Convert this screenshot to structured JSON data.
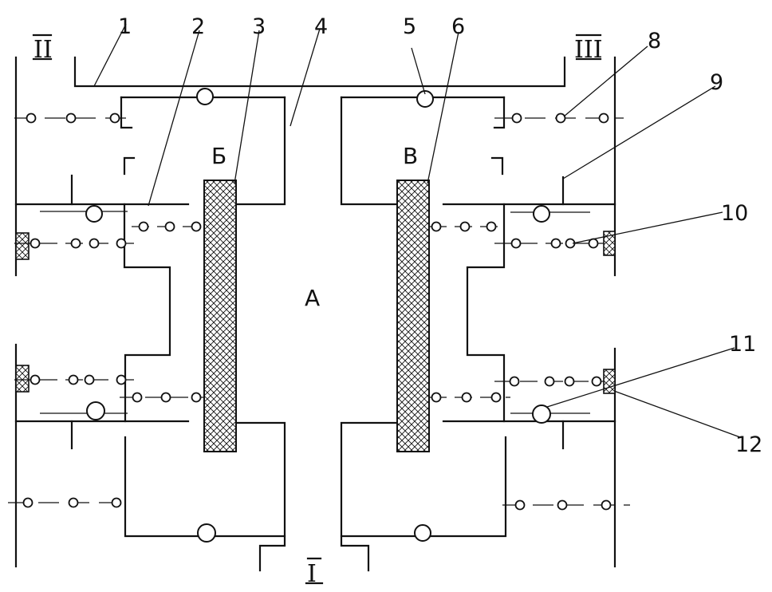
{
  "labels": {
    "callouts": [
      "1",
      "2",
      "3",
      "4",
      "5",
      "6",
      "8",
      "9",
      "10",
      "11",
      "12"
    ],
    "zones": {
      "A": "А",
      "B": "Б",
      "V": "В"
    },
    "sections": {
      "I": "I",
      "II": "II",
      "III": "III"
    }
  },
  "colors": {
    "line": "#111111",
    "background": "#ffffff"
  }
}
